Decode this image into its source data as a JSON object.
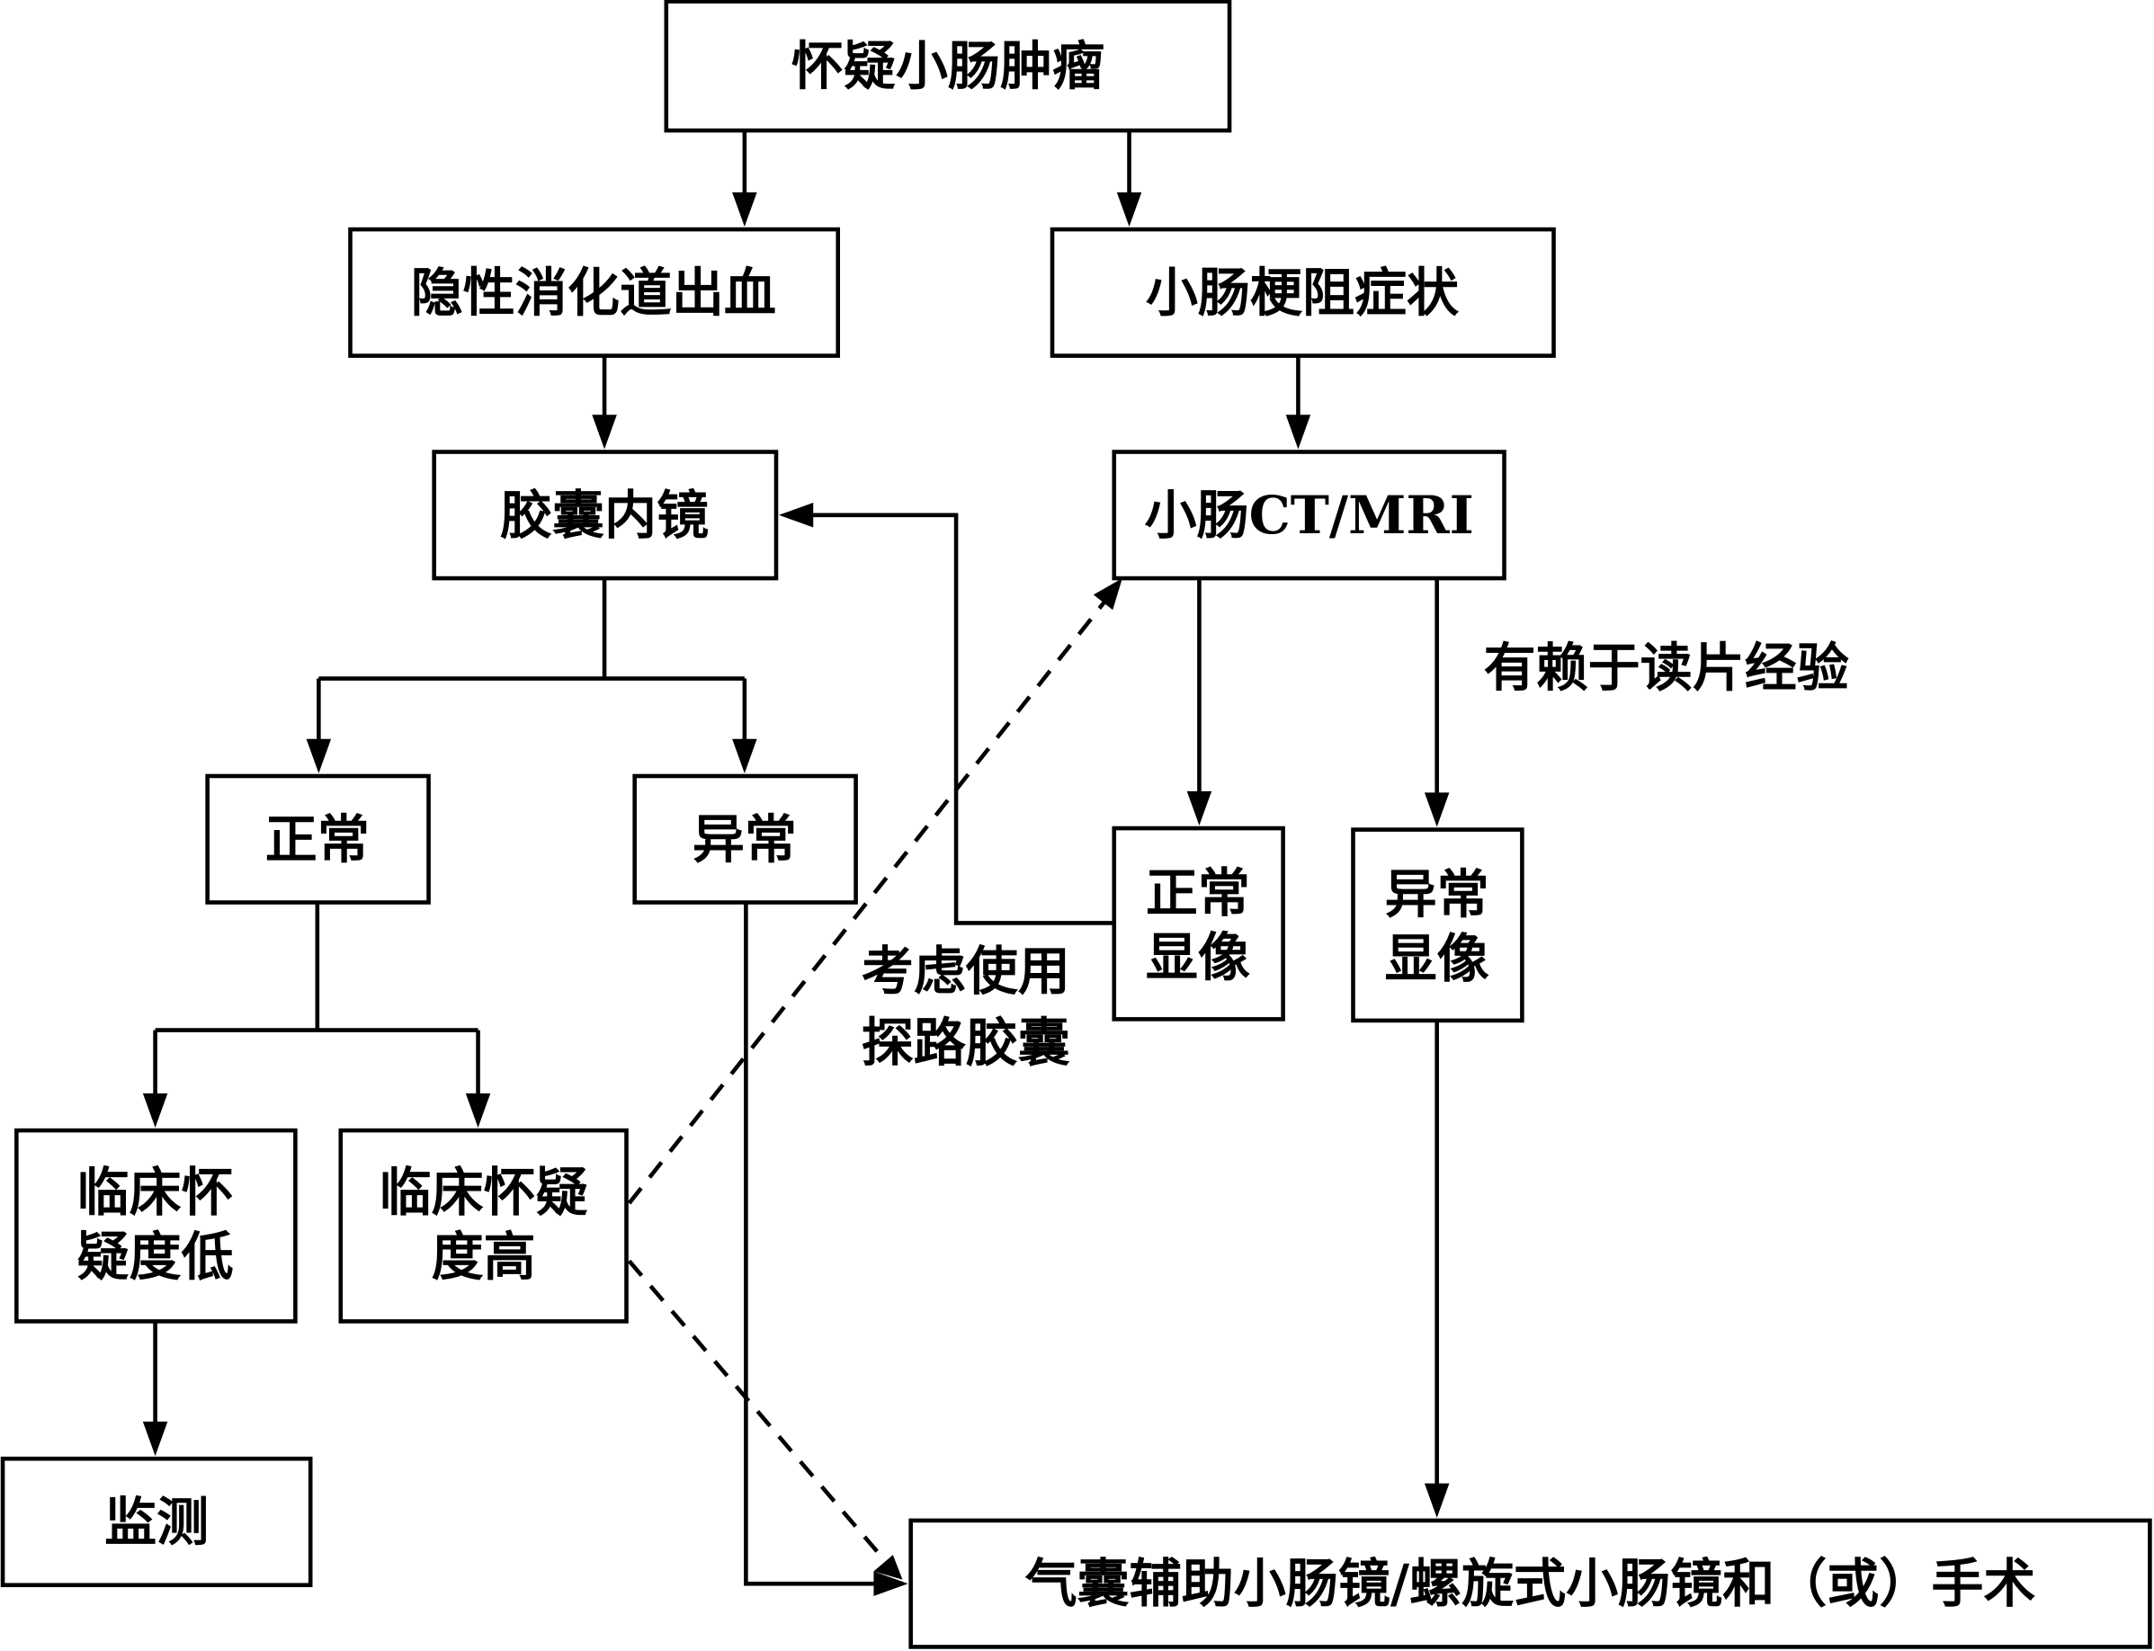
{
  "nodes": {
    "suspect": "怀疑小肠肿瘤",
    "occult_bleeding": "隐性消化道出血",
    "obstruction": "小肠梗阻症状",
    "capsule": "胶囊内镜",
    "ct_mri": "小肠CT/MRI",
    "normal": "正常",
    "abnormal": "异常",
    "normal_img_1": "正常",
    "normal_img_2": "显像",
    "abnormal_img_1": "异常",
    "abnormal_img_2": "显像",
    "low_1": "临床怀",
    "low_2": "疑度低",
    "high_1": "临床怀疑",
    "high_2": "度高",
    "monitor": "监测",
    "endoscopy": "气囊辅助小肠镜/螺旋式小肠镜和（或）手术"
  },
  "notes": {
    "reading_experience": "有赖于读片经验",
    "patency_1": "考虑使用",
    "patency_2": "探路胶囊"
  }
}
